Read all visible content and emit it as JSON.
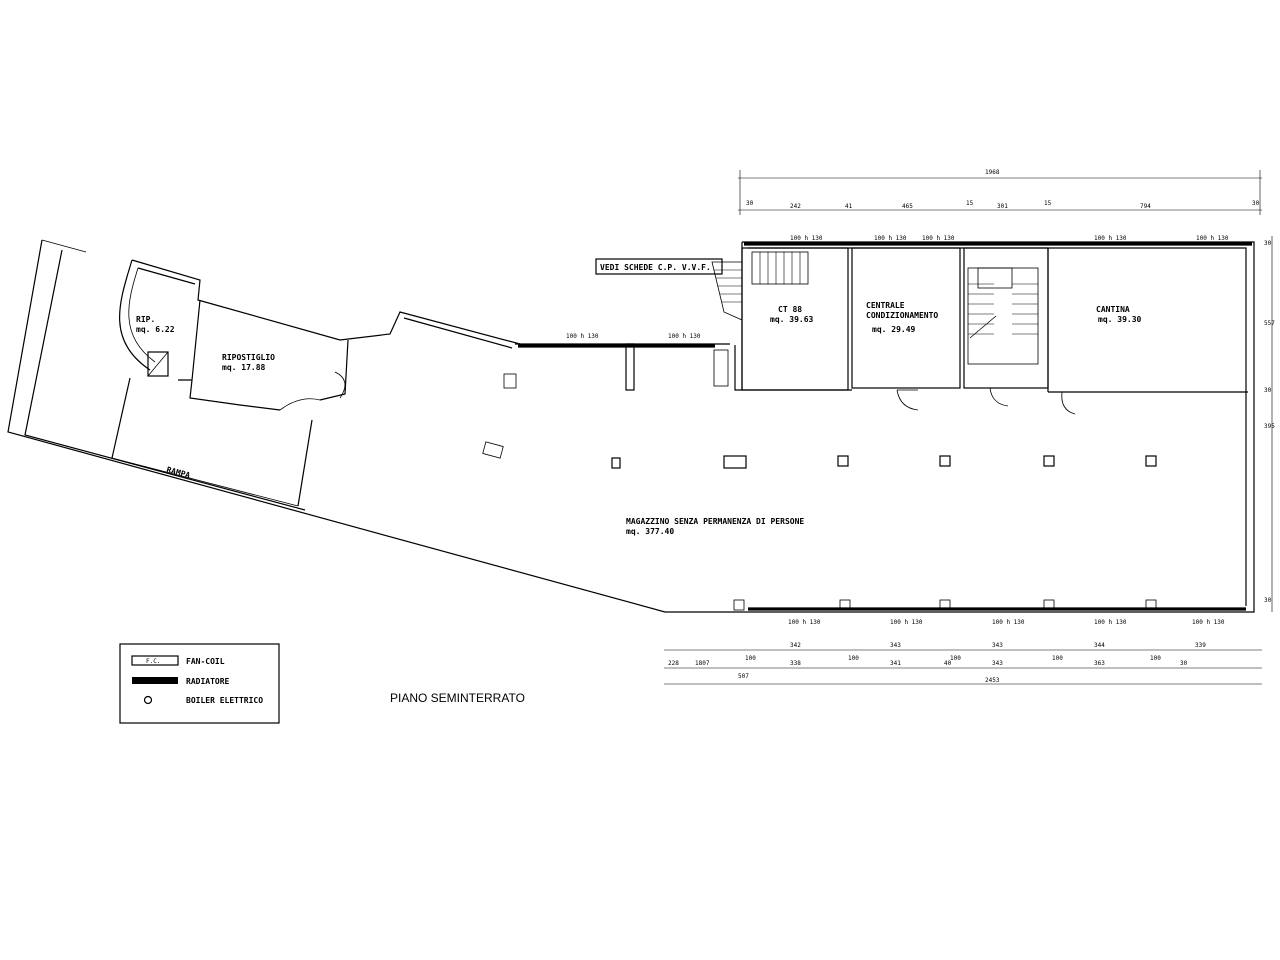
{
  "drawing": {
    "title": "PIANO SEMINTERRATO",
    "note": "VEDI SCHEDE C.P. V.V.F."
  },
  "rooms": {
    "rip": {
      "name": "RIP.",
      "area": "mq. 6.22"
    },
    "ripostiglio": {
      "name": "RIPOSTIGLIO",
      "area": "mq. 17.88"
    },
    "ct": {
      "name": "CT 88",
      "area": "mq. 39.63"
    },
    "centrale": {
      "name1": "CENTRALE",
      "name2": "CONDIZIONAMENTO",
      "area": "mq. 29.49"
    },
    "cantina": {
      "name": "CANTINA",
      "area": "mq. 39.30"
    },
    "magazzino": {
      "name": "MAGAZZINO SENZA PERMANENZA DI PERSONE",
      "area": "mq. 377.40"
    },
    "rampa": {
      "name": "RAMPA"
    }
  },
  "legend": {
    "items": [
      {
        "symbol": "F.C.",
        "label": "FAN-COIL"
      },
      {
        "symbol": "",
        "label": "RADIATORE"
      },
      {
        "symbol": "",
        "label": "BOILER ELETTRICO"
      }
    ]
  },
  "dimensions": {
    "top_total": "1968",
    "top_chain": [
      "30",
      "242",
      "41",
      "465",
      "15",
      "301",
      "15",
      "794",
      "30"
    ],
    "right_chain": [
      "30",
      "557",
      "30",
      "395",
      "30"
    ],
    "bottom_row1": [
      "342",
      "343",
      "343",
      "344",
      "339"
    ],
    "bottom_row1_sub": [
      "100",
      "100",
      "100",
      "100",
      "100"
    ],
    "bottom_row2": [
      "338",
      "341",
      "40",
      "343",
      "363",
      "30"
    ],
    "bottom_row2_left": [
      "228",
      "1807",
      "507"
    ],
    "bottom_total": "2453",
    "window_tags": [
      "100 h 130",
      "100 h 130",
      "100 h 130",
      "100 h 130",
      "100 h 130",
      "100 h 130",
      "100 h 130",
      "100 h 130",
      "100 h 130",
      "100 h 130",
      "100 h 130",
      "100 h 130"
    ]
  }
}
